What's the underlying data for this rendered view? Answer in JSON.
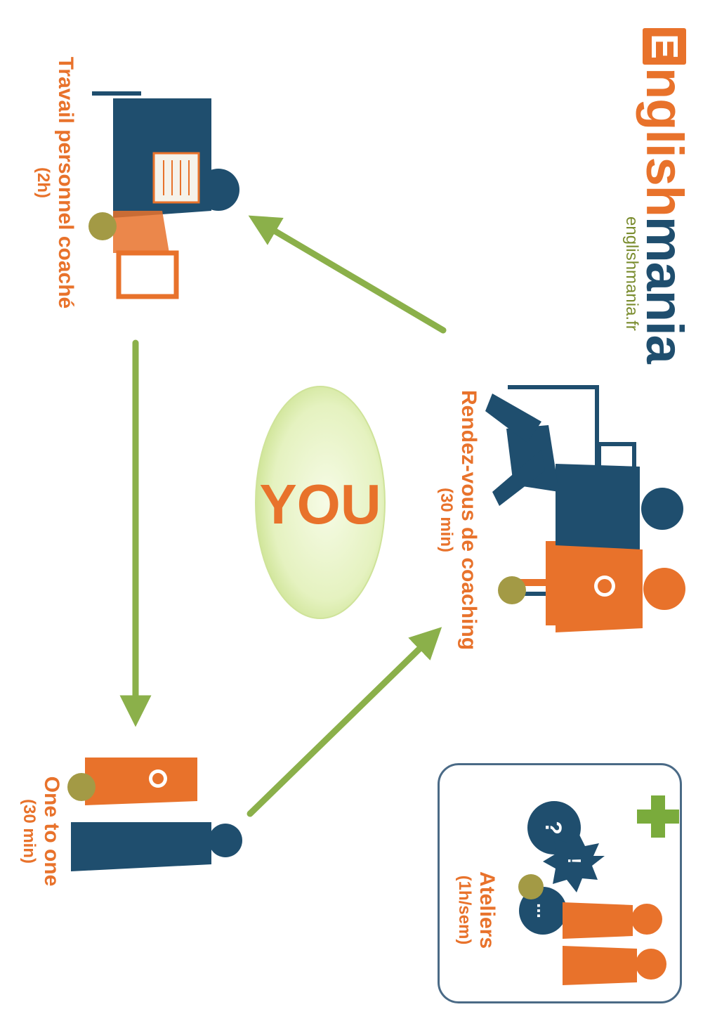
{
  "logo": {
    "first_letter": "E",
    "part1": "nglish",
    "part2": "mania",
    "url": "englishmania.fr"
  },
  "center_label": "YOU",
  "steps": [
    {
      "id": "coaching",
      "title": "Rendez-vous de coaching",
      "duration": "(30 min)"
    },
    {
      "id": "travail",
      "title": "Travail personnel coaché",
      "duration": "(2h)"
    },
    {
      "id": "one-to-one",
      "title": "One to one",
      "duration": "(30 min)"
    }
  ],
  "extra": {
    "title": "Ateliers",
    "duration": "(1h/sem)"
  },
  "icons": [
    "coaching-meeting-icon",
    "desk-work-icon",
    "one-to-one-icon",
    "workshop-icon",
    "plus-icon",
    "speech-bubble-icon",
    "flow-arrow-icon"
  ],
  "colors": {
    "orange": "#e8722b",
    "navy": "#1f4e6e",
    "green_arrow": "#8bb04a",
    "olive_head": "#a39a45",
    "plus_green": "#7aab3c",
    "ellipse": "#e0f0b6"
  }
}
